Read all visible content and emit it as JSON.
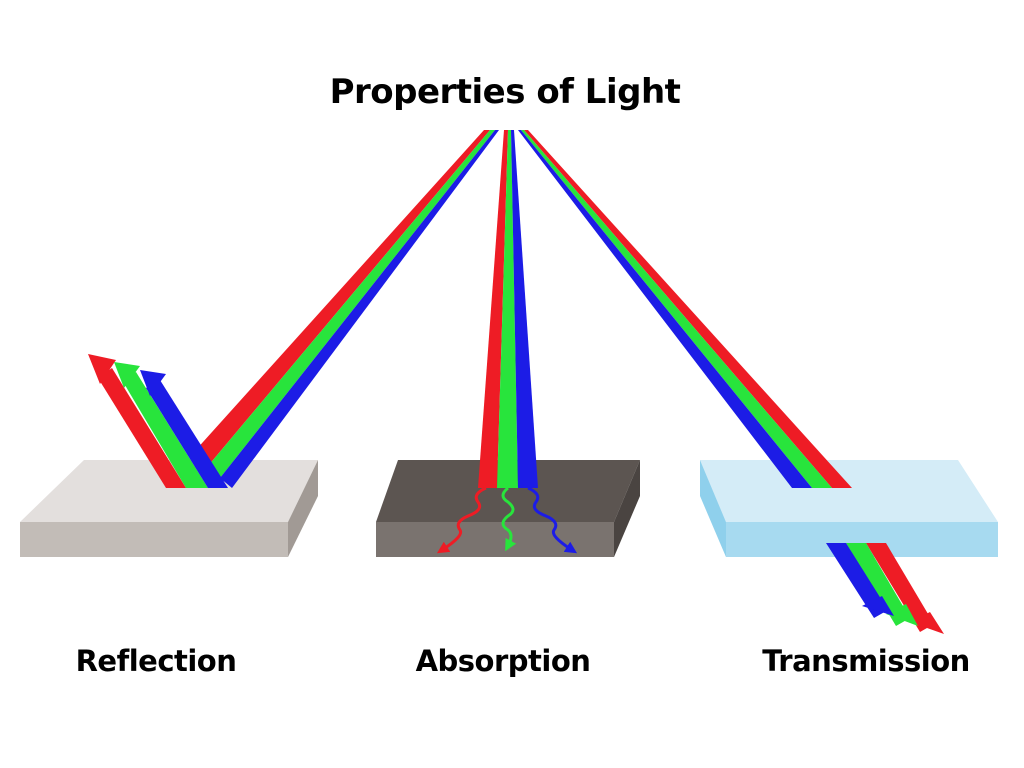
{
  "title": "Properties of Light",
  "panels": [
    {
      "id": "reflection",
      "label": "Reflection",
      "surface": "reflective",
      "surface_color": "#e3dfdd"
    },
    {
      "id": "absorption",
      "label": "Absorption",
      "surface": "absorbent",
      "surface_color": "#5c5551"
    },
    {
      "id": "transmission",
      "label": "Transmission",
      "surface": "transparent",
      "surface_color": "#d4ecf7"
    }
  ],
  "beam_colors": {
    "red": "#ee1c25",
    "green": "#28e43c",
    "blue": "#1c1ce6"
  }
}
